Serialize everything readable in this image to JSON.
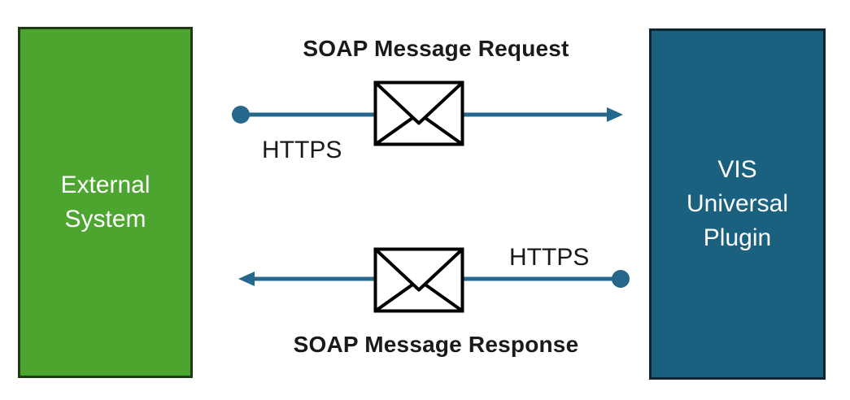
{
  "diagram": {
    "nodes": {
      "external_system": {
        "label": "External System",
        "lines": [
          "External",
          "System"
        ]
      },
      "vis_universal_plugin": {
        "label": "VIS Universal Plugin",
        "lines": [
          "VIS",
          "Universal",
          "Plugin"
        ]
      }
    },
    "flows": {
      "request": {
        "title": "SOAP Message Request",
        "protocol": "HTTPS",
        "direction": "left-to-right"
      },
      "response": {
        "title": "SOAP Message Response",
        "protocol": "HTTPS",
        "direction": "right-to-left"
      }
    },
    "icons": {
      "message": "envelope-icon"
    }
  },
  "colors": {
    "background": "#ffffff",
    "node_green_fill": "#4CA52F",
    "node_green_border": "#1F3B13",
    "node_blue_fill": "#1A607F",
    "node_blue_border": "#0E2433",
    "arrow": "#26688C",
    "title_text": "#1A1A1A",
    "node_text": "#ffffff",
    "envelope_stroke": "#000000",
    "envelope_fill": "#ffffff"
  }
}
